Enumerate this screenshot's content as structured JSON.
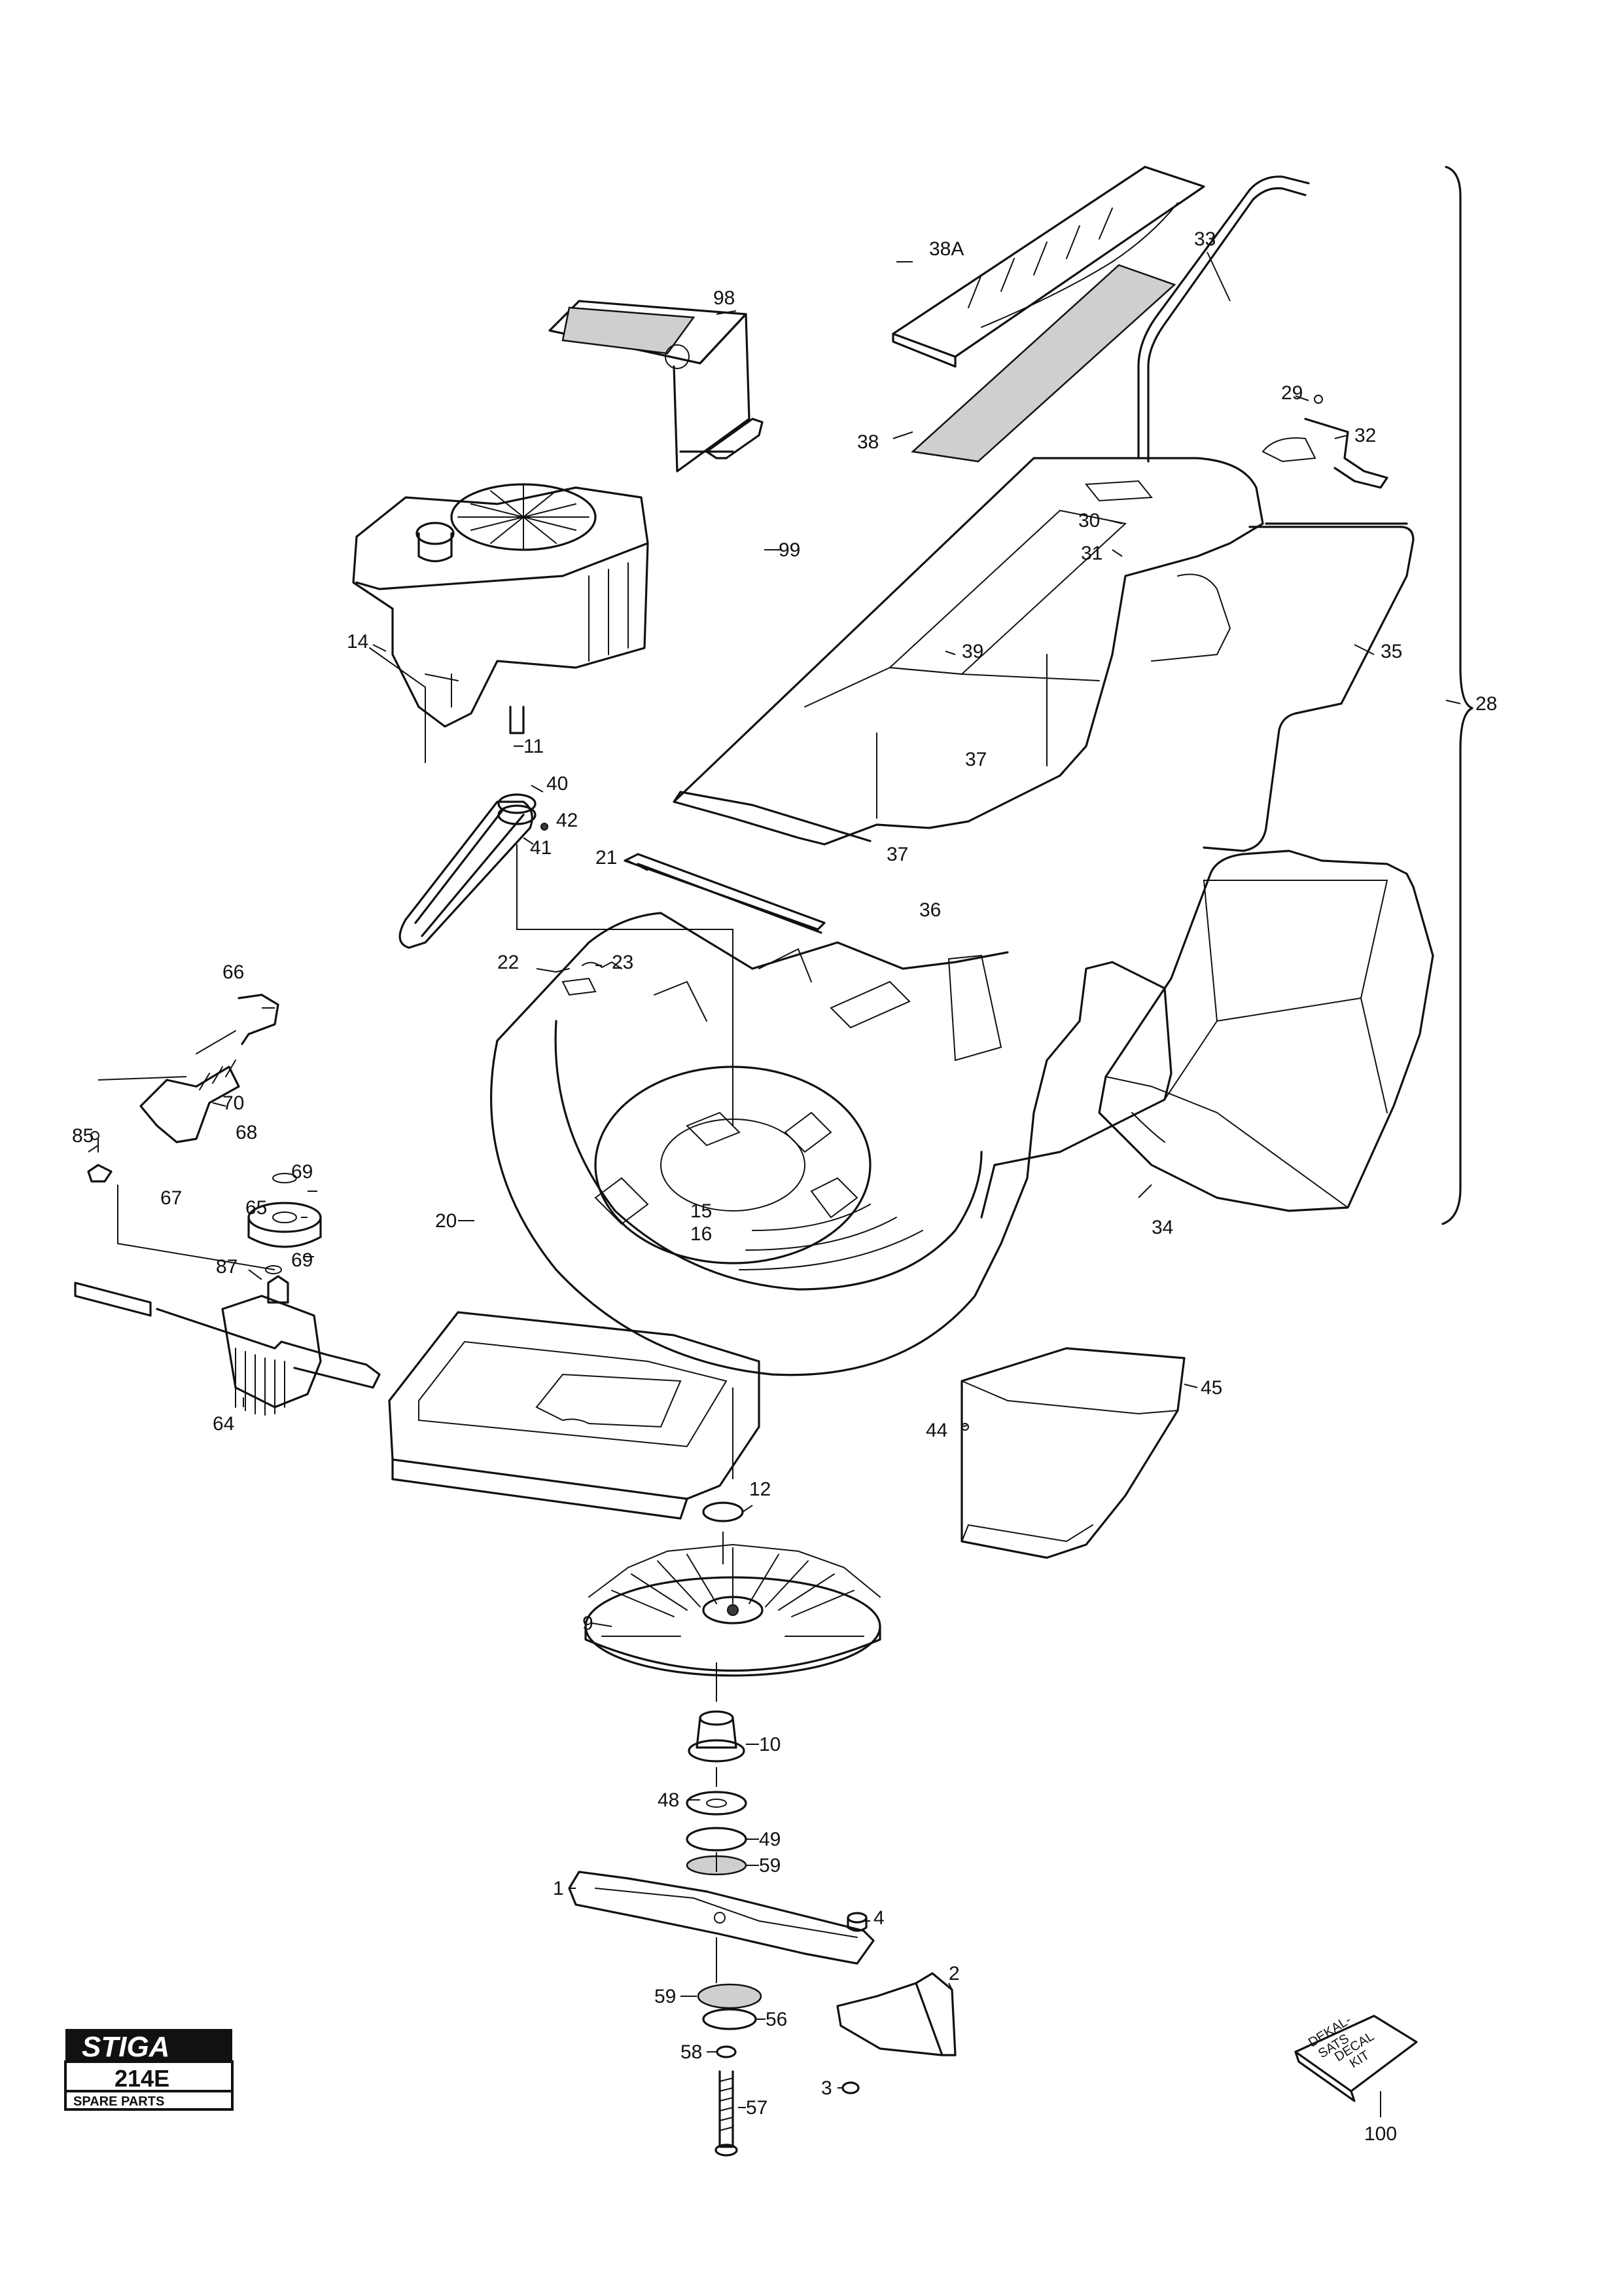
{
  "callouts": {
    "c1": "1",
    "c2": "2",
    "c3": "3",
    "c4": "4",
    "c9": "9",
    "c10": "10",
    "c11": "11",
    "c12": "12",
    "c14": "14",
    "c15": "15",
    "c16": "16",
    "c20": "20",
    "c21": "21",
    "c22": "22",
    "c23": "23",
    "c28": "28",
    "c29": "29",
    "c30": "30",
    "c31": "31",
    "c32": "32",
    "c33": "33",
    "c34": "34",
    "c35": "35",
    "c36": "36",
    "c37a": "37",
    "c37b": "37",
    "c38": "38",
    "c38a": "38A",
    "c39": "39",
    "c40": "40",
    "c41": "41",
    "c42": "42",
    "c44": "44",
    "c45": "45",
    "c48": "48",
    "c49": "49",
    "c56": "56",
    "c57": "57",
    "c58": "58",
    "c59a": "59",
    "c59b": "59",
    "c64": "64",
    "c65": "65",
    "c66": "66",
    "c67": "67",
    "c68": "68",
    "c69a": "69",
    "c69b": "69",
    "c70": "70",
    "c85": "85",
    "c87": "87",
    "c98": "98",
    "c99": "99",
    "c100": "100"
  },
  "logo": {
    "brand": "STIGA",
    "model": "214E",
    "caption": "SPARE PARTS"
  },
  "decal_kit": {
    "line1": "DEKAL-",
    "line2": "SATS",
    "line3": "DECAL",
    "line4": "KIT"
  }
}
